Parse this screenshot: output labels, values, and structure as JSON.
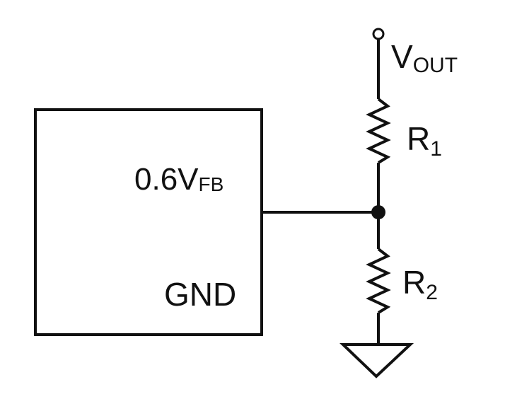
{
  "colors": {
    "stroke": "#111111",
    "background": "#ffffff"
  },
  "ic": {
    "pin_feedback_main": "0.6V",
    "pin_feedback_sub": "FB",
    "pin_ground": "GND"
  },
  "output": {
    "main": "V",
    "sub": "OUT"
  },
  "resistors": [
    {
      "main": "R",
      "sub": "1"
    },
    {
      "main": "R",
      "sub": "2"
    }
  ]
}
